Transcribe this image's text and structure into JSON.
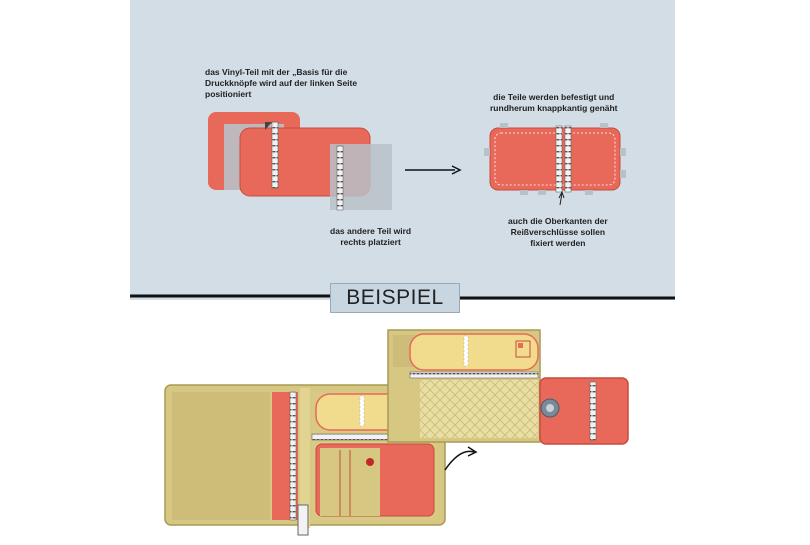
{
  "top_panel": {
    "label_vinyl": "das Vinyl-Teil mit der „Basis für die\nDruckknöpfe wird auf der linken Seite\npositioniert",
    "label_other": "das andere Teil wird\nrechts platziert",
    "label_attached": "die Teile werden befestigt und\nrundherum knappkantig genäht",
    "label_edges": "auch die Oberkanten der\nReißverschlüsse sollen\nfixiert werden"
  },
  "banner": {
    "text": "BEISPIEL"
  },
  "colors": {
    "panel_bg": "#d3dde6",
    "red_fabric": "#e8695a",
    "vinyl_grey": "#b9c1c8",
    "khaki": "#d6c783",
    "yellow_pocket": "#f0dc8c",
    "divider": "#111111"
  },
  "icons": [
    "arrow-right-icon",
    "curved-arrow-icon",
    "zipper-icon",
    "snap-button-icon"
  ]
}
